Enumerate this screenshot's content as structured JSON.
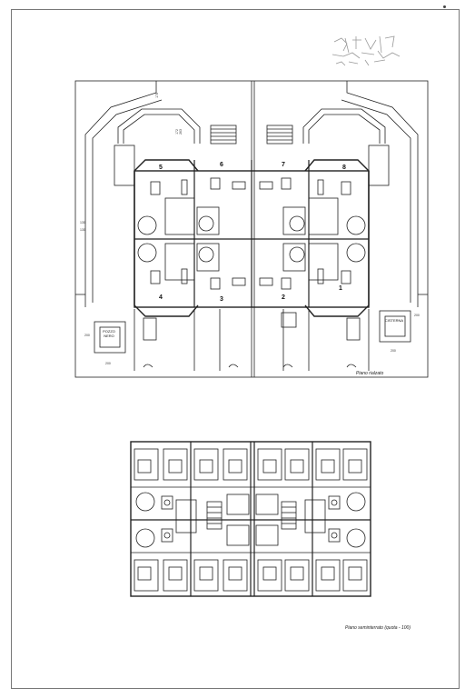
{
  "sheet": {
    "ground_floor_caption": "Piano rialzato",
    "basement_caption": "Piano seminterrato (quota - 100)",
    "well_label": "POZZO NERO",
    "cistern_label": "CISTERNA",
    "unit_numbers": [
      "1",
      "2",
      "3",
      "4",
      "5",
      "6",
      "7",
      "8"
    ],
    "dims": {
      "d130a": "130",
      "d130b": "130",
      "d200a": "200",
      "d200b": "200",
      "d200c": "200",
      "d200d": "200",
      "d178": "178",
      "d172": "172",
      "d263": "263"
    }
  },
  "colors": {
    "ink": "#222222",
    "background": "#ffffff",
    "stamp": "#888888"
  }
}
